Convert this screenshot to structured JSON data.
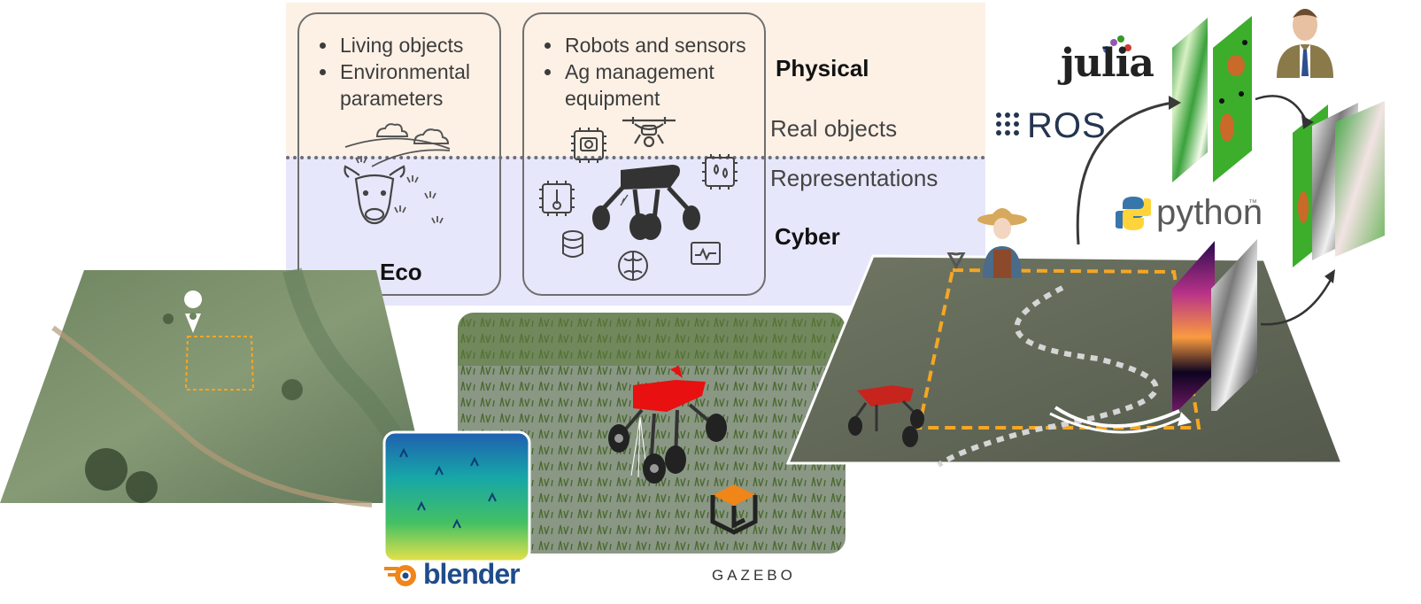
{
  "eco_box": {
    "items": [
      "Living objects",
      "Environmental parameters"
    ],
    "title": "Eco"
  },
  "ag_box": {
    "items": [
      "Robots and sensors",
      "Ag management equipment"
    ]
  },
  "layers": {
    "physical": "Physical",
    "real_objects": "Real objects",
    "representations": "Representations",
    "cyber": "Cyber"
  },
  "logos": {
    "julia": "julia",
    "ros": "ROS",
    "python": "python",
    "python_tm": "™",
    "blender": "blender",
    "gazebo": "GAZEBO"
  },
  "colors": {
    "physical_band": "#fdf1e6",
    "cyber_band": "#e7e7fb",
    "robot_red": "#e81010",
    "field_outline": "#f5a623"
  },
  "icons": [
    "cloud-icon",
    "cow-icon",
    "grass-icon",
    "drone-icon",
    "camera-chip-icon",
    "thermometer-chip-icon",
    "droplet-chip-icon",
    "robot-icon",
    "database-icon",
    "brain-chip-icon",
    "monitor-chart-icon",
    "location-pin-icon",
    "farmer-icon",
    "manager-icon"
  ]
}
